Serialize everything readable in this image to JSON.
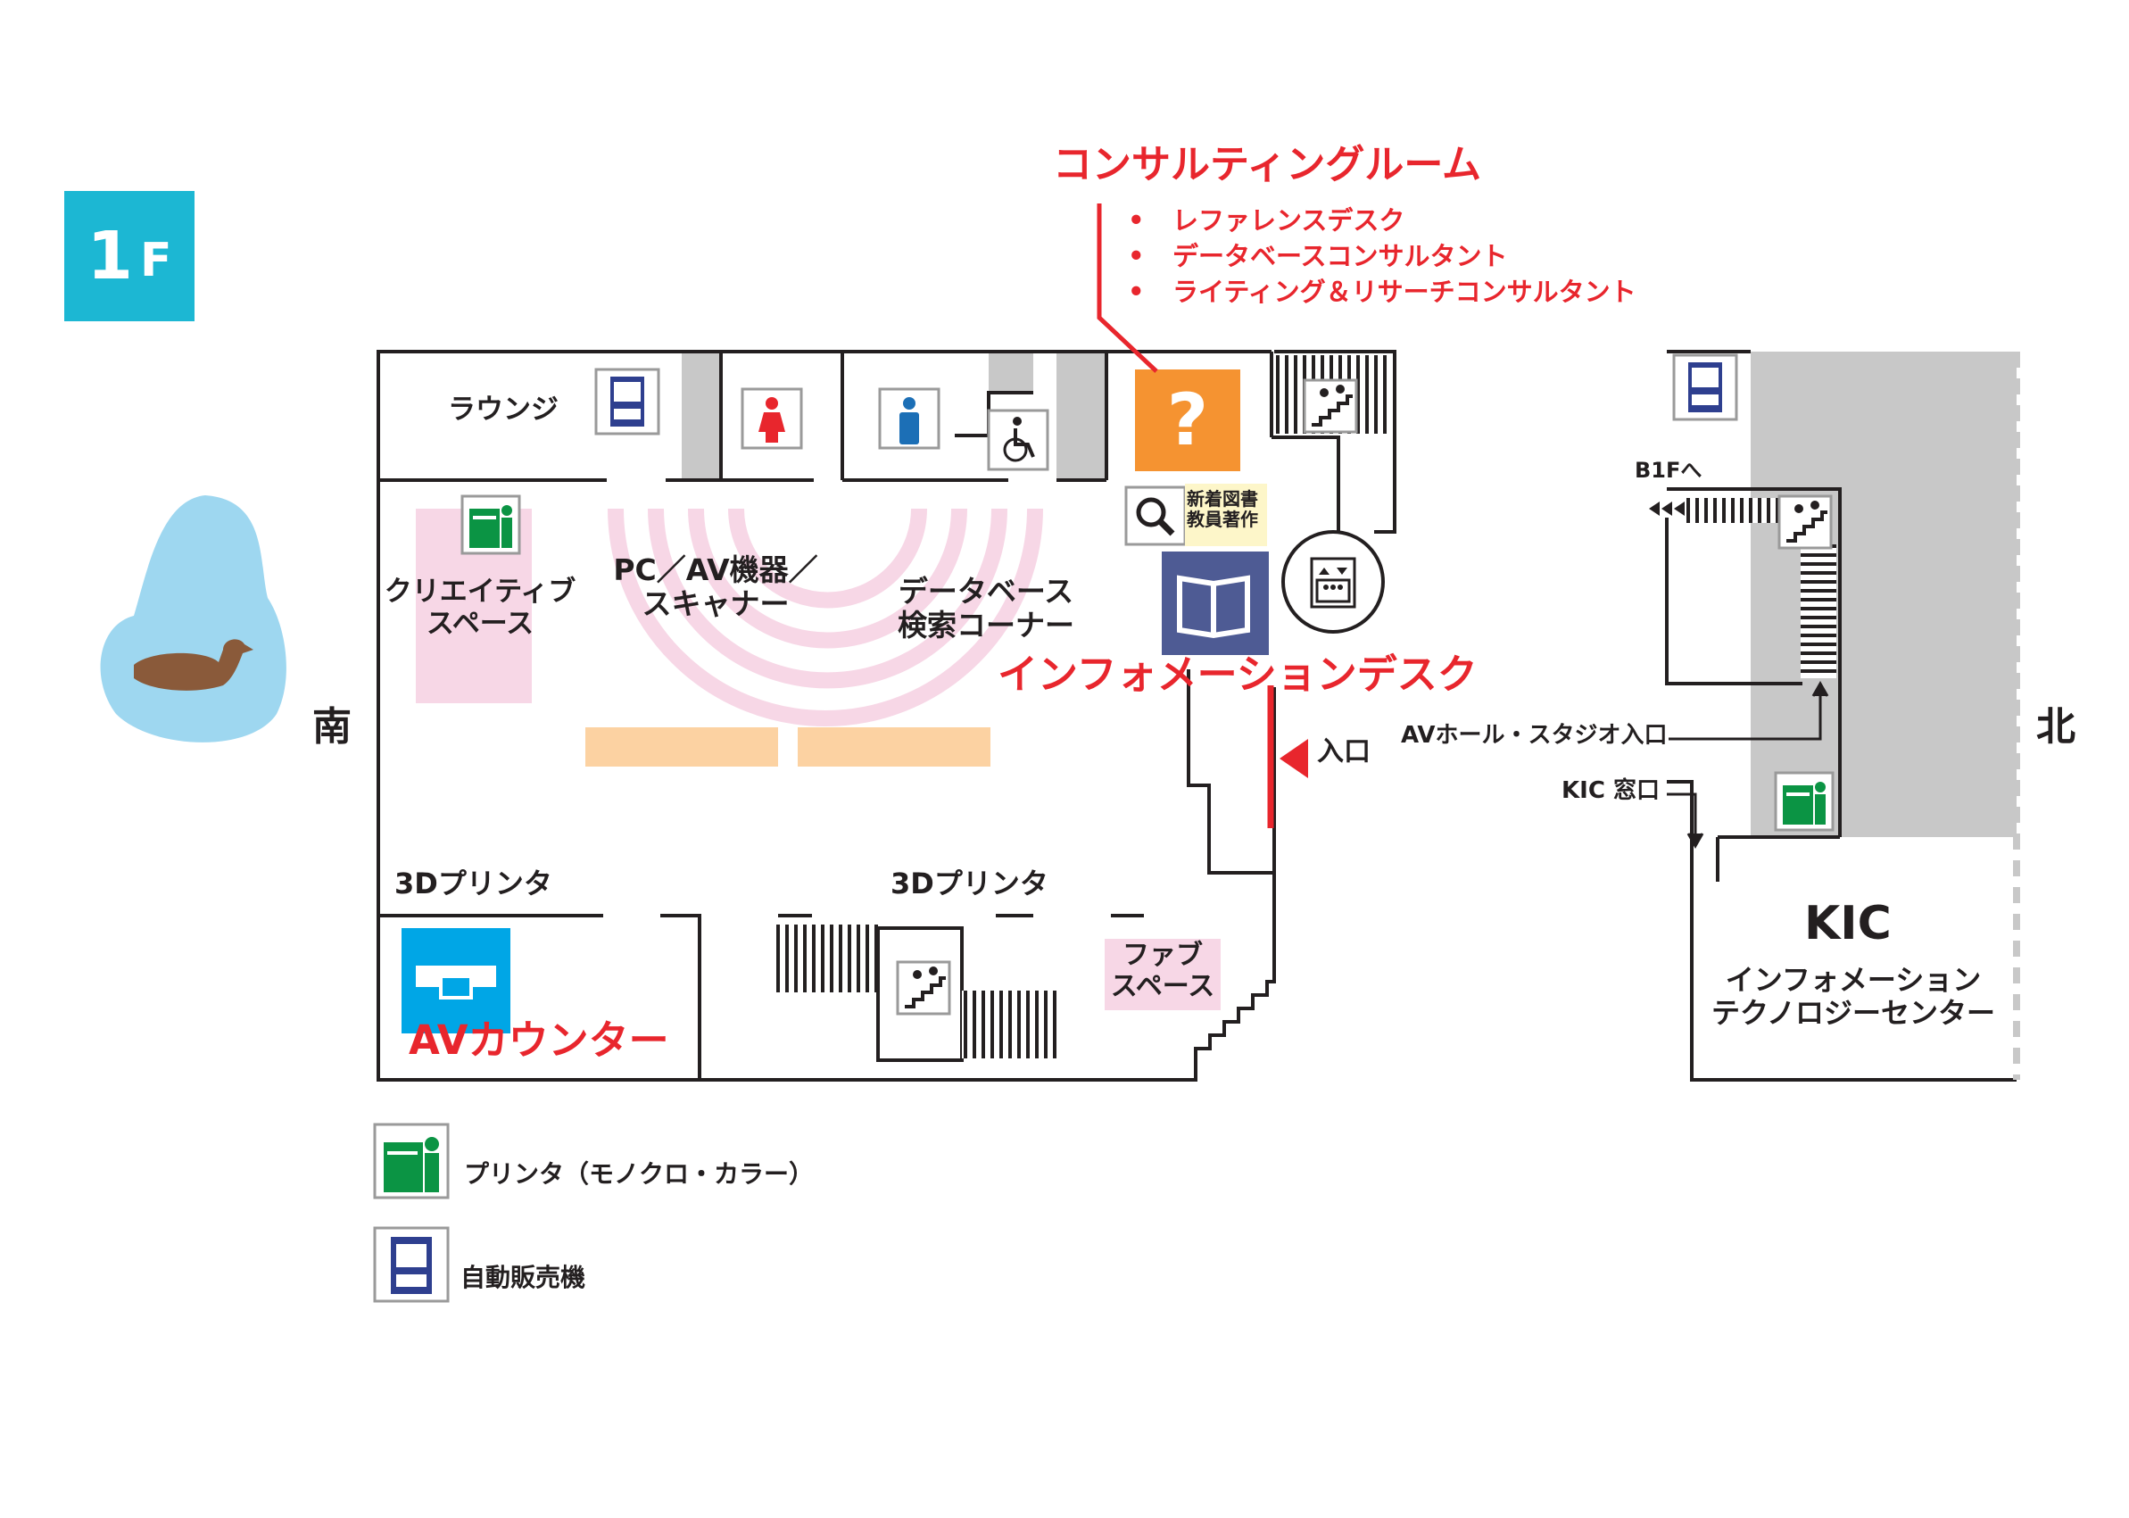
{
  "floor": {
    "number": "1",
    "suffix": "F"
  },
  "compass": {
    "south": "南",
    "north": "北"
  },
  "consulting": {
    "title": "コンサルティングルーム",
    "services": [
      "レファレンスデスク",
      "データベースコンサルタント",
      "ライティング＆リサーチコンサルタント"
    ]
  },
  "rooms": {
    "lounge": "ラウンジ",
    "creative": [
      "クリエイティブ",
      "スペース"
    ],
    "pc_av": [
      "PC／AV機器／",
      "スキャナー"
    ],
    "database": [
      "データベース",
      "検索コーナー"
    ],
    "new_books": [
      "新着図書",
      "教員著作"
    ],
    "info_desk": "インフォメーションデスク",
    "entrance": "入口",
    "printer3d_left": "3Dプリンタ",
    "printer3d_right": "3Dプリンタ",
    "av_counter": "AVカウンター",
    "fab": [
      "ファブ",
      "スペース"
    ],
    "b1f": "B1Fへ",
    "av_hall": "AVホール・スタジオ入口",
    "kic_window": "KIC 窓口",
    "kic": "KIC",
    "kic_full": [
      "インフォメーション",
      "テクノロジーセンター"
    ]
  },
  "legend": [
    {
      "icon": "printer-icon",
      "label": "プリンタ（モノクロ・カラー）"
    },
    {
      "icon": "vending-machine-icon",
      "label": "自動販売機"
    }
  ],
  "colors": {
    "accent_red": "#e8262d",
    "floor_badge": "#1cb7d3",
    "reference_orange": "#f59331",
    "book_blue": "#4e5b94",
    "printer_green": "#0b9444",
    "vending_blue": "#2e3f8f",
    "pink_zone": "#f7d7e6",
    "table_orange": "#fcd2a2",
    "wall_gray": "#c8c8c8",
    "pond_blue": "#9ed7f0",
    "duck_brown": "#8a5a3a"
  }
}
